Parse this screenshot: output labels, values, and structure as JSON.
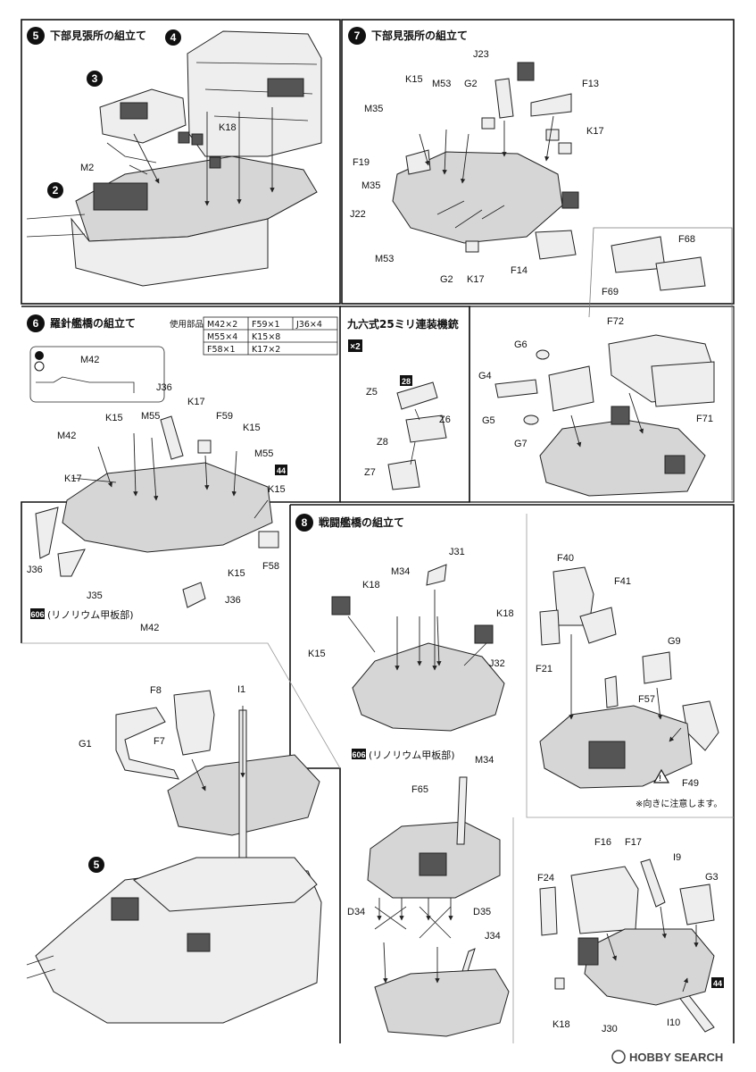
{
  "steps": {
    "s5": {
      "num": "5",
      "title": "下部見張所の組立て"
    },
    "s7": {
      "num": "7",
      "title": "下部見張所の組立て"
    },
    "s6": {
      "num": "6",
      "title": "羅針艦橋の組立て"
    },
    "s8": {
      "num": "8",
      "title": "戦闘艦橋の組立て"
    }
  },
  "subassembly_badges": {
    "b2": "2",
    "b3": "3",
    "b4": "4",
    "b5": "5"
  },
  "gun_panel": {
    "title": "九六式25ミリ連装機銃",
    "multiplier": "×2",
    "badge": "28"
  },
  "parts_table": {
    "heading": "使用部品",
    "rows": [
      [
        "M42×2",
        "F59×1",
        "J36×4"
      ],
      [
        "M55×4",
        "K15×8",
        ""
      ],
      [
        "F58×1",
        "K17×2",
        ""
      ]
    ]
  },
  "paint_badge": "44",
  "paint_note": {
    "code": "606",
    "text": "(リノリウム甲板部)"
  },
  "caution": "※向きに注意します。",
  "labels": {
    "s5": {
      "k18": "K18",
      "m2": "M2"
    },
    "s7": {
      "j23": "J23",
      "k15": "K15",
      "m53": "M53",
      "g2": "G2",
      "f13": "F13",
      "m35": "M35",
      "k17": "K17",
      "f19": "F19",
      "m35b": "M35",
      "j22": "J22",
      "m53b": "M53",
      "g2b": "G2",
      "k17b": "K17",
      "f14": "F14",
      "f68": "F68",
      "f69": "F69",
      "f72": "F72",
      "g6": "G6",
      "g4": "G4",
      "g5": "G5",
      "g7": "G7",
      "f71": "F71"
    },
    "gun": {
      "z5": "Z5",
      "z6": "Z6",
      "z8": "Z8",
      "z7": "Z7"
    },
    "s6": {
      "m42": "M42",
      "m42b": "M42",
      "j36": "J36",
      "k17": "K17",
      "k15": "K15",
      "m55": "M55",
      "f59": "F59",
      "k15b": "K15",
      "m55b": "M55",
      "k17b": "K17",
      "k15c": "K15",
      "j36b": "J36",
      "j35": "J35",
      "k15d": "K15",
      "f58": "F58",
      "j36c": "J36",
      "m42c": "M42"
    },
    "lower": {
      "f8": "F8",
      "i1": "I1",
      "g1": "G1",
      "f7": "F7"
    },
    "s8": {
      "j31": "J31",
      "m34": "M34",
      "k18": "K18",
      "k18b": "K18",
      "k15": "K15",
      "j32": "J32",
      "m34b": "M34"
    },
    "right": {
      "f40": "F40",
      "f41": "F41",
      "f21": "F21",
      "g9": "G9",
      "f57": "F57",
      "f49": "F49"
    },
    "bottom": {
      "f65": "F65",
      "d34": "D34",
      "d35": "D35",
      "j34": "J34",
      "f16": "F16",
      "f17": "F17",
      "i9": "I9",
      "f24": "F24",
      "g3": "G3",
      "k18": "K18",
      "j30": "J30",
      "i10": "I10"
    }
  },
  "watermark": "HOBBY SEARCH"
}
